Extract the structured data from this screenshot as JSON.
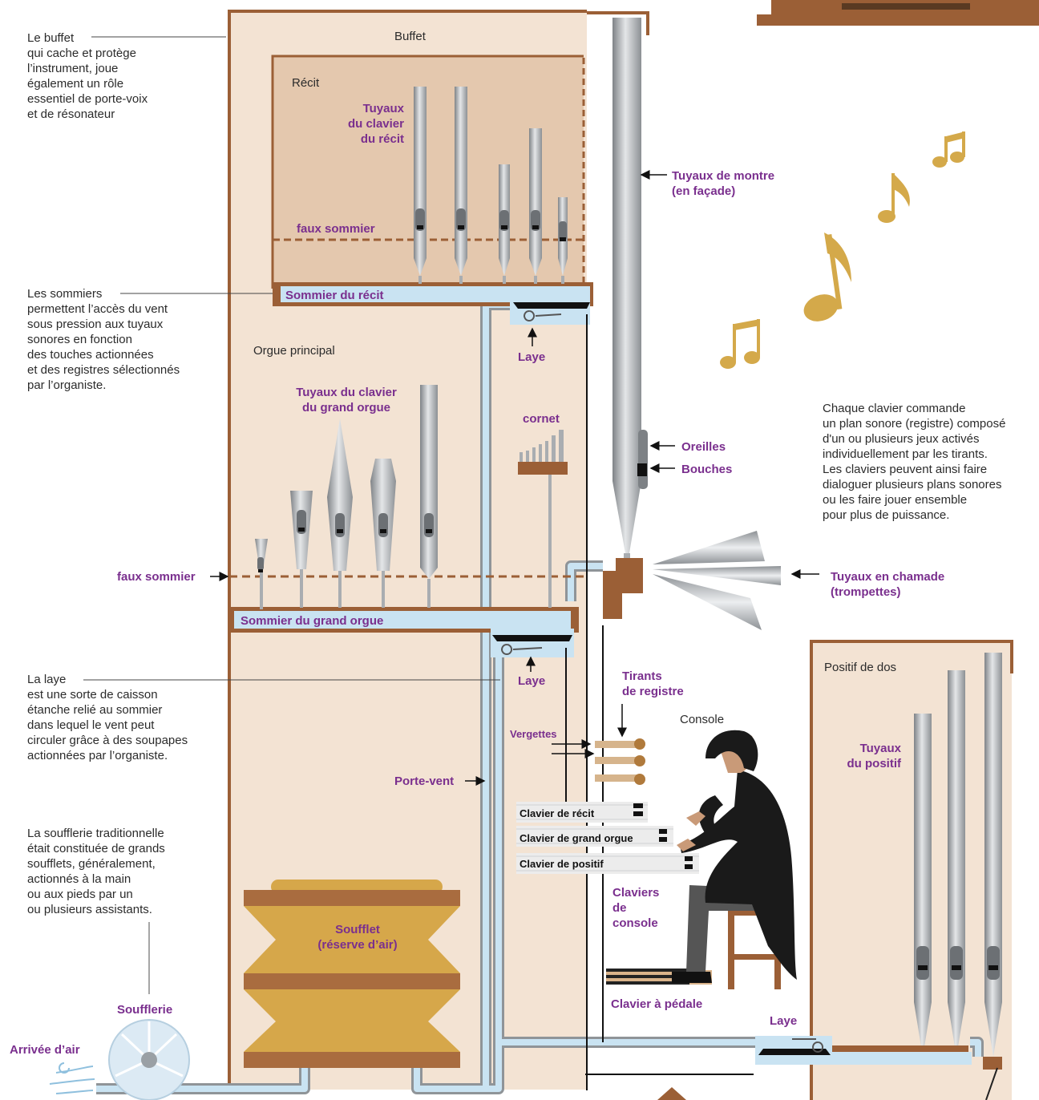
{
  "colors": {
    "wood_panel": "#f3e3d3",
    "wood_panel_inner": "#e4c8ae",
    "wood": "#9b5f36",
    "air": "#c9e3f2",
    "pipe_metal": "#a9adb1",
    "label_purple": "#7a2f8e",
    "music_gold": "#d4a94a",
    "bellows": "#d6a74a"
  },
  "labels": {
    "buffet": "Buffet",
    "recit": "Récit",
    "orgue_principal": "Orgue principal",
    "positif_de_dos": "Positif de dos",
    "console": "Console",
    "tuyaux_recit": [
      "Tuyaux",
      "du clavier",
      "du récit"
    ],
    "faux_sommier_top": "faux sommier",
    "sommier_recit": "Sommier du récit",
    "laye_top": "Laye",
    "tuyaux_grand_orgue": [
      "Tuyaux du clavier",
      "du grand orgue"
    ],
    "cornet": "cornet",
    "faux_sommier_left": "faux sommier",
    "sommier_grand_orgue": "Sommier du grand orgue",
    "laye_mid": "Laye",
    "tuyaux_montre": [
      "Tuyaux de montre",
      "(en façade)"
    ],
    "oreilles": "Oreilles",
    "bouches": "Bouches",
    "tuyaux_chamade": [
      "Tuyaux en chamade",
      "(trompettes)"
    ],
    "tirants": [
      "Tirants",
      "de registre"
    ],
    "vergettes": "Vergettes",
    "porte_vent": "Porte-vent",
    "clavier_recit": "Clavier de récit",
    "clavier_grand_orgue": "Clavier de grand orgue",
    "clavier_positif": "Clavier de positif",
    "claviers_console": [
      "Claviers",
      "de",
      "console"
    ],
    "clavier_pedale": "Clavier à pédale",
    "tuyaux_positif": [
      "Tuyaux",
      "du positif"
    ],
    "laye_bottom": "Laye",
    "soufflet": [
      "Soufflet",
      "(réserve d’air)"
    ],
    "soufflerie": "Soufflerie",
    "arrivee_air": "Arrivée d’air"
  },
  "notes": {
    "buffet": [
      "Le buffet",
      "qui cache et protège",
      "l’instrument, joue",
      "également un rôle",
      "essentiel de porte-voix",
      "et de résonateur"
    ],
    "sommiers": [
      "Les sommiers",
      "permettent l’accès du vent",
      "sous pression aux tuyaux",
      "sonores en fonction",
      "des touches actionnées",
      "et des registres sélectionnés",
      "par l’organiste."
    ],
    "laye": [
      "La laye",
      "est une sorte de caisson",
      "étanche relié au sommier",
      "dans lequel le vent peut",
      "circuler grâce à des soupapes",
      "actionnées par l’organiste."
    ],
    "soufflerie": [
      "La soufflerie traditionnelle",
      "était constituée de grands",
      "soufflets, généralement,",
      "actionnés à la main",
      "ou aux pieds par un",
      "ou plusieurs assistants."
    ],
    "claviers": [
      "Chaque clavier commande",
      "un plan sonore (registre) composé",
      "d'un ou plusieurs jeux activés",
      "individuellement par les tirants.",
      "Les claviers peuvent ainsi faire",
      "dialoguer plusieurs plans sonores",
      "ou les faire jouer ensemble",
      "pour plus de puissance."
    ]
  }
}
